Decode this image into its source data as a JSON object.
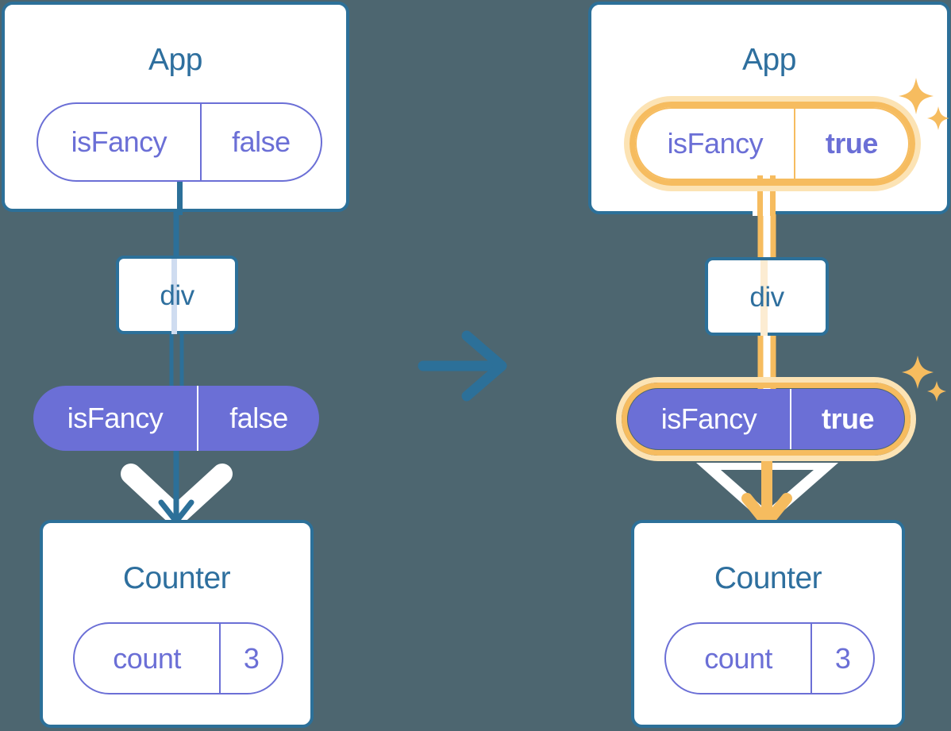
{
  "diagram": {
    "type": "react-state-tree-comparison",
    "background_color": "#4d6670",
    "accent_blue": "#2c7099",
    "title_blue": "#2e6f9e",
    "state_purple": "#6b6fd6",
    "highlight_orange": "#f6bc5f",
    "highlight_glow": "#fce3b4",
    "transition_icon": "arrow-right-icon"
  },
  "left": {
    "app": {
      "title": "App",
      "state": {
        "key": "isFancy",
        "value": "false",
        "highlighted": false
      }
    },
    "div": {
      "label": "div"
    },
    "prop": {
      "key": "isFancy",
      "value": "false",
      "highlighted": false
    },
    "counter": {
      "title": "Counter",
      "state": {
        "key": "count",
        "value": "3",
        "highlighted": false
      }
    }
  },
  "right": {
    "app": {
      "title": "App",
      "state": {
        "key": "isFancy",
        "value": "true",
        "highlighted": true
      }
    },
    "div": {
      "label": "div"
    },
    "prop": {
      "key": "isFancy",
      "value": "true",
      "highlighted": true
    },
    "counter": {
      "title": "Counter",
      "state": {
        "key": "count",
        "value": "3",
        "highlighted": false
      }
    }
  }
}
